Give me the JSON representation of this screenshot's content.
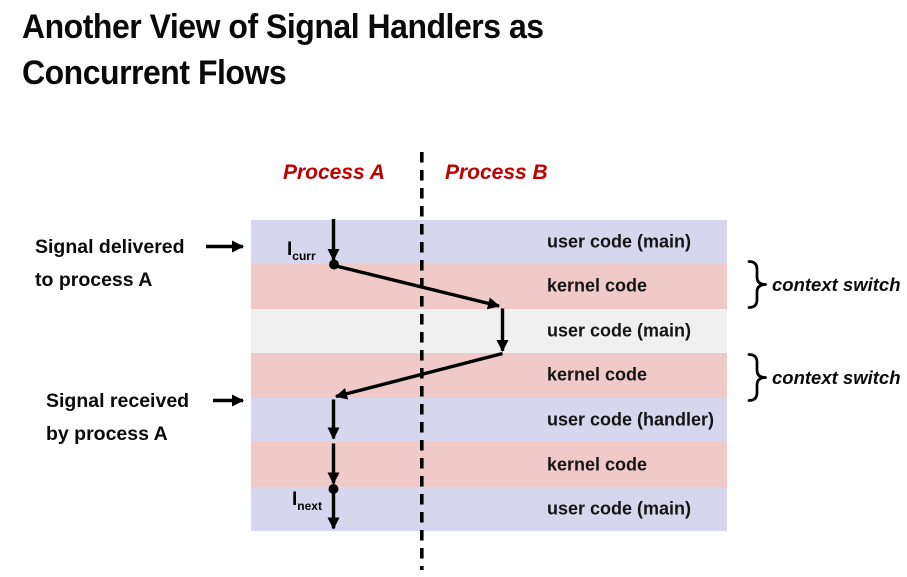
{
  "slide": {
    "title_line1": "Another View of Signal Handlers as",
    "title_line2": "Concurrent Flows"
  },
  "columns": {
    "process_a": "Process A",
    "process_b": "Process B"
  },
  "colors": {
    "header_red": "#c00000",
    "user_code": "#d6d6ef",
    "kernel_code": "#f0c9c9",
    "other_process": "#f0f0f0",
    "arrow": "#000000"
  },
  "diagram": {
    "bands": [
      {
        "label": "user code (main)",
        "type": "user_code"
      },
      {
        "label": "kernel code",
        "type": "kernel_code"
      },
      {
        "label": "user code (main)",
        "type": "other_process"
      },
      {
        "label": "kernel code",
        "type": "kernel_code"
      },
      {
        "label": "user code (handler)",
        "type": "user_code"
      },
      {
        "label": "kernel code",
        "type": "kernel_code"
      },
      {
        "label": "user code (main)",
        "type": "user_code"
      }
    ],
    "instruction_markers": {
      "curr": {
        "base": "I",
        "sub": "curr"
      },
      "next": {
        "base": "I",
        "sub": "next"
      }
    }
  },
  "annotations": {
    "left": [
      {
        "line1": "Signal delivered",
        "line2": "to process A"
      },
      {
        "line1": "Signal received",
        "line2": "by process A"
      }
    ],
    "right": [
      {
        "label": "context switch"
      },
      {
        "label": "context switch"
      }
    ]
  }
}
